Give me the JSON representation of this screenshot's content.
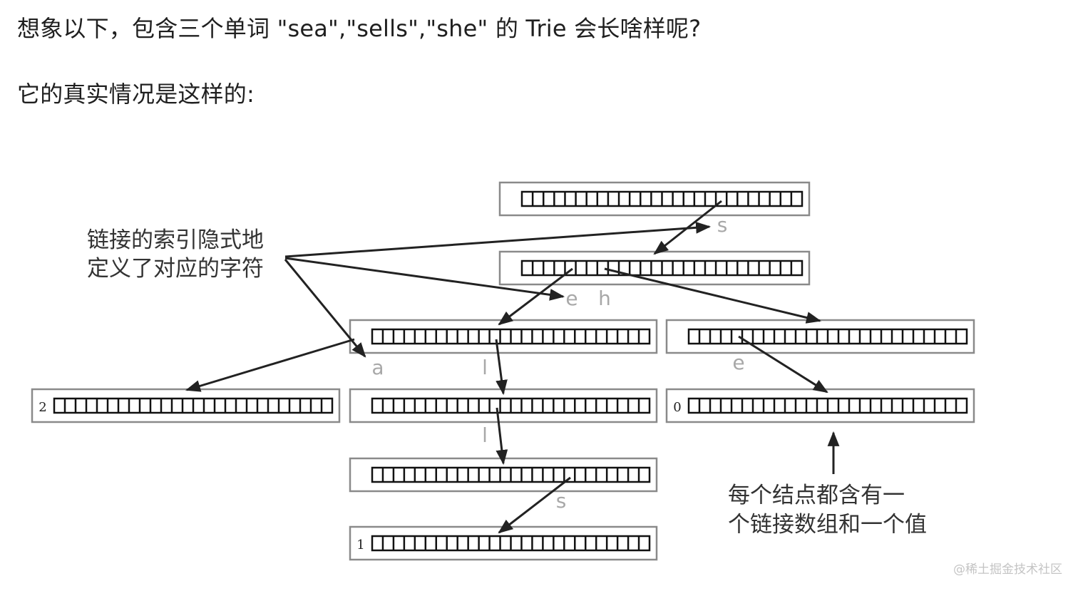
{
  "paragraphs": [
    "想象以下，包含三个单词 \"sea\",\"sells\",\"she\" 的 Trie 会长啥样呢?",
    "它的真实情况是这样的:"
  ],
  "diagram": {
    "node_values": [
      "2",
      "0",
      "1"
    ],
    "edge_letters": [
      "s",
      "e",
      "h",
      "a",
      "l",
      "e",
      "l",
      "s"
    ],
    "annotation_left": [
      "链接的索引隐式地",
      "定义了对应的字符"
    ],
    "annotation_right": [
      "每个结点都含有一",
      "个链接数组和一个值"
    ]
  },
  "watermark": "@稀土掘金技术社区"
}
